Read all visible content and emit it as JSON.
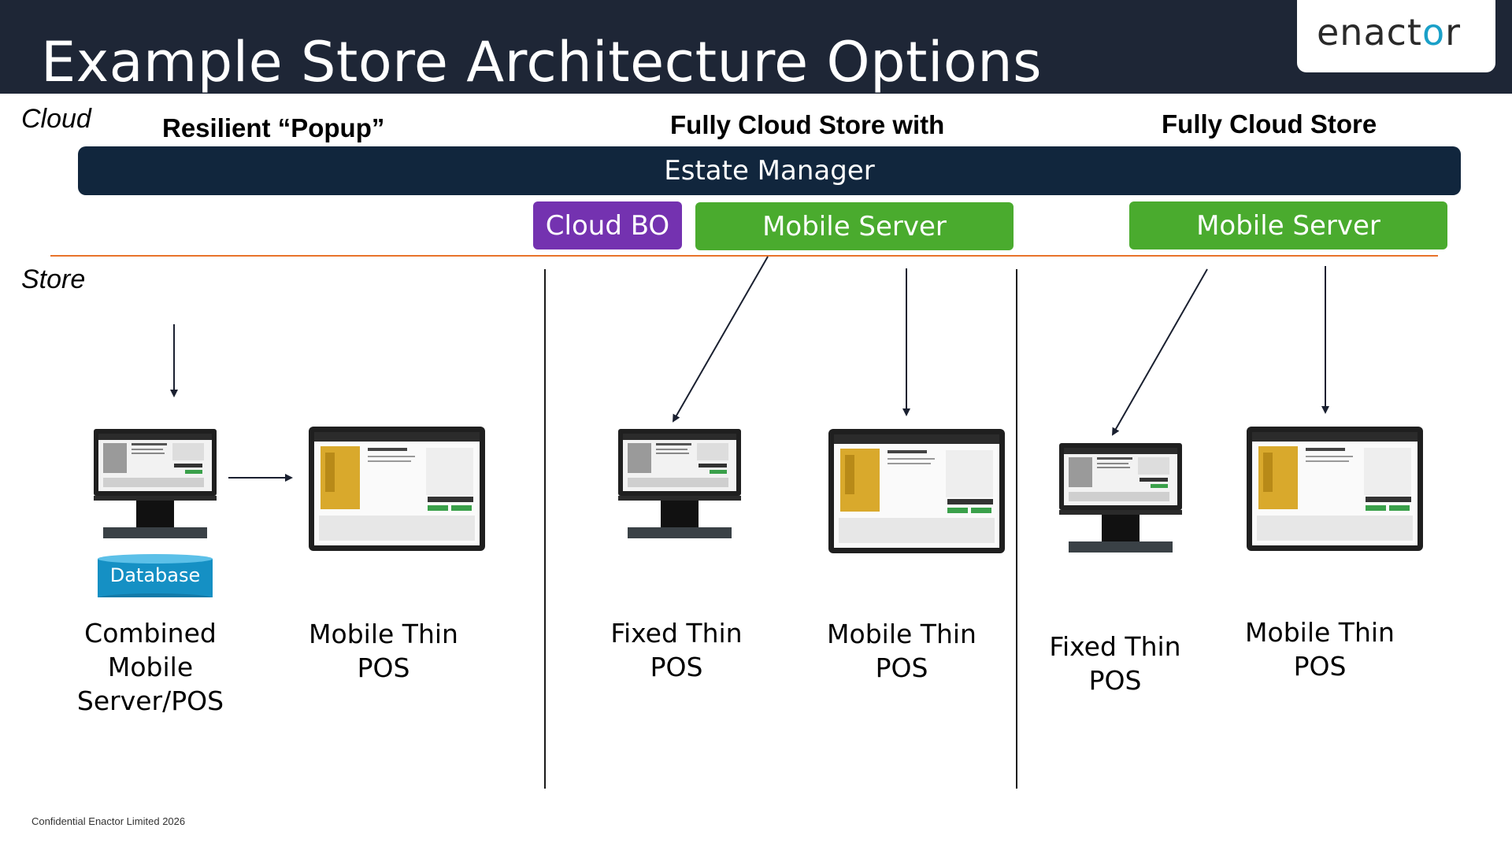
{
  "header": {
    "title": "Example Store Architecture Options",
    "logo_text": "enactor",
    "logo_main": "enact",
    "logo_accent_glyph": "o",
    "logo_tail": "r"
  },
  "zones": {
    "cloud_label": "Cloud",
    "store_label": "Store"
  },
  "columns": {
    "left_heading": "Resilient “Popup”",
    "middle_heading": "Fully Cloud Store with",
    "right_heading": "Fully Cloud Store"
  },
  "components": {
    "estate_manager": "Estate Manager",
    "cloud_bo": "Cloud BO",
    "mobile_server_middle": "Mobile Server",
    "mobile_server_right": "Mobile Server",
    "database": "Database"
  },
  "devices": [
    {
      "line1": "Combined",
      "line2": "Mobile",
      "line3": "Server/POS",
      "kind": "fixed"
    },
    {
      "line1": "Mobile Thin",
      "line2": "POS",
      "kind": "mobile"
    },
    {
      "line1": "Fixed Thin",
      "line2": "POS",
      "kind": "fixed"
    },
    {
      "line1": "Mobile Thin",
      "line2": "POS",
      "kind": "mobile"
    },
    {
      "line1": "Fixed Thin",
      "line2": "POS",
      "kind": "fixed"
    },
    {
      "line1": "Mobile Thin",
      "line2": "POS",
      "kind": "mobile"
    }
  ],
  "footer": {
    "text": "Confidential Enactor Limited 2026"
  },
  "colors": {
    "title_bar": "#1e2636",
    "estate_manager": "#11263d",
    "cloud_bo": "#7432b0",
    "mobile_server": "#4aab2e",
    "database": "#1590c4",
    "divider": "#e8732a",
    "logo_accent": "#1aa0c8"
  }
}
